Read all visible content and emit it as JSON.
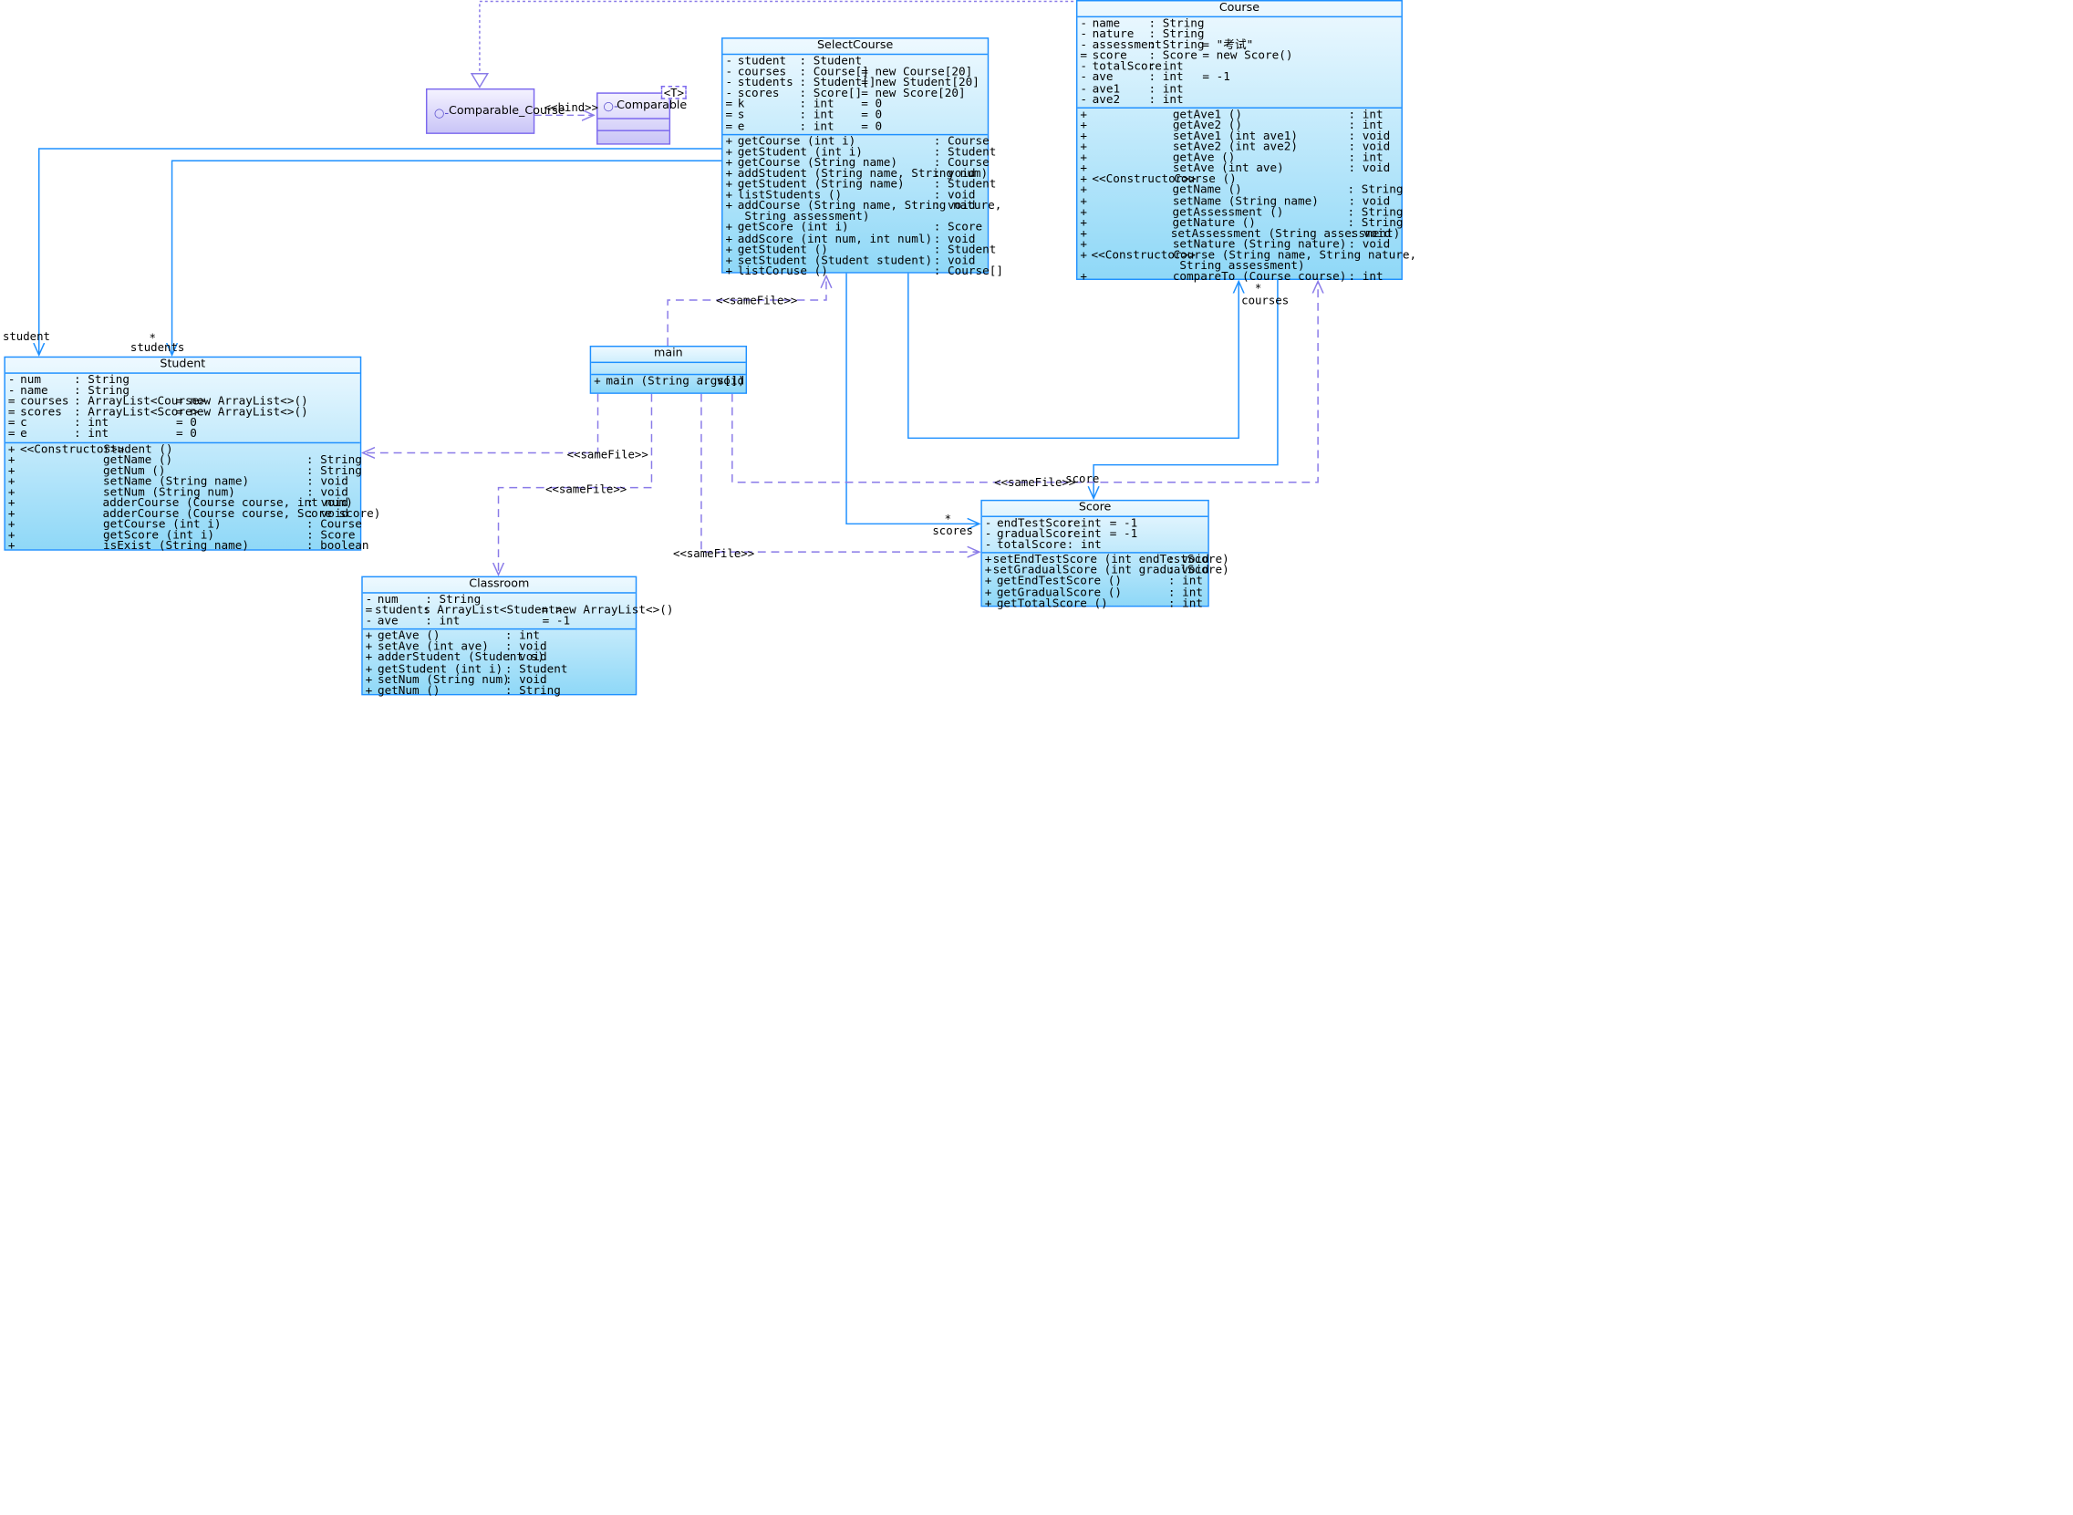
{
  "colors": {
    "class_border": "#1e90ff",
    "class_fill_top": "#eef9ff",
    "class_fill_bottom": "#8fd8f7",
    "interface_border": "#7b68ee",
    "dependency": "#8a7be8"
  },
  "interfaces": {
    "comparable_course": {
      "name": "Comparable_Course"
    },
    "comparable": {
      "name": "Comparable",
      "template": "<T>"
    }
  },
  "labels": {
    "bind": "<<bind>>",
    "samefile": "<<sameFile>>",
    "student_role": "student",
    "students_mult": "*",
    "students_role": "students",
    "courses_mult": "*",
    "courses_role": "courses",
    "score_role": "score",
    "scores_mult": "*",
    "scores_role": "scores"
  },
  "classes": {
    "selectcourse": {
      "name": "SelectCourse",
      "attributes": [
        [
          "-",
          "student",
          ": Student",
          ""
        ],
        [
          "-",
          "courses",
          ": Course[]",
          "= new Course[20]"
        ],
        [
          "-",
          "students",
          ": Student[]",
          "= new Student[20]"
        ],
        [
          "-",
          "scores",
          ": Score[]",
          "= new Score[20]"
        ],
        [
          "=",
          "k",
          ": int",
          "= 0"
        ],
        [
          "=",
          "s",
          ": int",
          "= 0"
        ],
        [
          "=",
          "e",
          ": int",
          "= 0"
        ]
      ],
      "operations": [
        [
          "+",
          "getCourse (int i)",
          ": Course"
        ],
        [
          "+",
          "getStudent (int i)",
          ": Student"
        ],
        [
          "+",
          "getCourse (String name)",
          ": Course"
        ],
        [
          "+",
          "addStudent (String name, String num)",
          ": void"
        ],
        [
          "+",
          "getStudent (String name)",
          ": Student"
        ],
        [
          "+",
          "listStudents ()",
          ": void"
        ],
        [
          "+",
          "addCourse (String name, String nature,",
          ": void"
        ],
        [
          " ",
          " String assessment)",
          ""
        ],
        [
          "+",
          "getScore (int i)",
          ": Score"
        ],
        [
          "+",
          "addScore (int num, int numl)",
          ": void"
        ],
        [
          "+",
          "getStudent ()",
          ": Student"
        ],
        [
          "+",
          "setStudent (Student student)",
          ": void"
        ],
        [
          "+",
          "listCoruse ()",
          ": Course[]"
        ]
      ]
    },
    "course": {
      "name": "Course",
      "attributes": [
        [
          "-",
          "name",
          ": String",
          ""
        ],
        [
          "-",
          "nature",
          ": String",
          ""
        ],
        [
          "-",
          "assessment",
          ": String",
          "= \"考试\""
        ],
        [
          "=",
          "score",
          ": Score",
          "= new Score()"
        ],
        [
          "-",
          "totalScore",
          ": int",
          ""
        ],
        [
          "-",
          "ave",
          ": int",
          "= -1"
        ],
        [
          "-",
          "ave1",
          ": int",
          ""
        ],
        [
          "-",
          "ave2",
          ": int",
          ""
        ]
      ],
      "operations": [
        [
          "+",
          "",
          "getAve1 ()",
          ": int"
        ],
        [
          "+",
          "",
          "getAve2 ()",
          ": int"
        ],
        [
          "+",
          "",
          "setAve1 (int ave1)",
          ": void"
        ],
        [
          "+",
          "",
          "setAve2 (int ave2)",
          ": void"
        ],
        [
          "+",
          "",
          "getAve ()",
          ": int"
        ],
        [
          "+",
          "",
          "setAve (int ave)",
          ": void"
        ],
        [
          "+",
          "<<Constructor>>",
          "Course ()",
          ""
        ],
        [
          "+",
          "",
          "getName ()",
          ": String"
        ],
        [
          "+",
          "",
          "setName (String name)",
          ": void"
        ],
        [
          "+",
          "",
          "getAssessment ()",
          ": String"
        ],
        [
          "+",
          "",
          "getNature ()",
          ": String"
        ],
        [
          "+",
          "",
          "setAssessment (String assessment)",
          ": void"
        ],
        [
          "+",
          "",
          "setNature (String nature)",
          ": void"
        ],
        [
          "+",
          "<<Constructor>>",
          "Course (String name, String nature,",
          ""
        ],
        [
          " ",
          "",
          " String assessment)",
          ""
        ],
        [
          "+",
          "",
          "compareTo (Course course)",
          ": int"
        ]
      ]
    },
    "student": {
      "name": "Student",
      "attributes": [
        [
          "-",
          "num",
          ": String",
          ""
        ],
        [
          "-",
          "name",
          ": String",
          ""
        ],
        [
          "=",
          "courses",
          ": ArrayList<Course>",
          "= new ArrayList<>()"
        ],
        [
          "=",
          "scores",
          ": ArrayList<Score>",
          "= new ArrayList<>()"
        ],
        [
          "=",
          "c",
          ": int",
          "= 0"
        ],
        [
          "=",
          "e",
          ": int",
          "= 0"
        ]
      ],
      "operations": [
        [
          "+",
          "<<Constructor>>",
          "Student ()",
          ""
        ],
        [
          "+",
          "",
          "getName ()",
          ": String"
        ],
        [
          "+",
          "",
          "getNum ()",
          ": String"
        ],
        [
          "+",
          "",
          "setName (String name)",
          ": void"
        ],
        [
          "+",
          "",
          "setNum (String num)",
          ": void"
        ],
        [
          "+",
          "",
          "adderCourse (Course course, int num)",
          ": void"
        ],
        [
          "+",
          "",
          "adderCourse (Course course, Score score)",
          ": void"
        ],
        [
          "+",
          "",
          "getCourse (int i)",
          ": Course"
        ],
        [
          "+",
          "",
          "getScore (int i)",
          ": Score"
        ],
        [
          "+",
          "",
          "isExist (String name)",
          ": boolean"
        ]
      ]
    },
    "main": {
      "name": "main",
      "attributes": [],
      "operations": [
        [
          "+",
          "main (String args[])",
          ": void"
        ]
      ]
    },
    "classroom": {
      "name": "Classroom",
      "attributes": [
        [
          "-",
          "num",
          ": String",
          ""
        ],
        [
          "=",
          "students",
          ": ArrayList<Student>",
          "= new ArrayList<>()"
        ],
        [
          "-",
          "ave",
          ": int",
          "= -1"
        ]
      ],
      "operations": [
        [
          "+",
          "getAve ()",
          ": int"
        ],
        [
          "+",
          "setAve (int ave)",
          ": void"
        ],
        [
          "+",
          "adderStudent (Student s)",
          ": void"
        ],
        [
          "+",
          "getStudent (int i)",
          ": Student"
        ],
        [
          "+",
          "setNum (String num)",
          ": void"
        ],
        [
          "+",
          "getNum ()",
          ": String"
        ]
      ]
    },
    "score": {
      "name": "Score",
      "attributes": [
        [
          "-",
          "endTestScore",
          ": int",
          "= -1"
        ],
        [
          "-",
          "gradualScore",
          ": int",
          "= -1"
        ],
        [
          "-",
          "totalScore",
          ": int",
          ""
        ]
      ],
      "operations": [
        [
          "+",
          "setEndTestScore (int endTestScore)",
          ": void"
        ],
        [
          "+",
          "setGradualScore (int gradualScore)",
          ": void"
        ],
        [
          "+",
          "getEndTestScore ()",
          ": int"
        ],
        [
          "+",
          "getGradualScore ()",
          ": int"
        ],
        [
          "+",
          "getTotalScore ()",
          ": int"
        ]
      ]
    }
  }
}
